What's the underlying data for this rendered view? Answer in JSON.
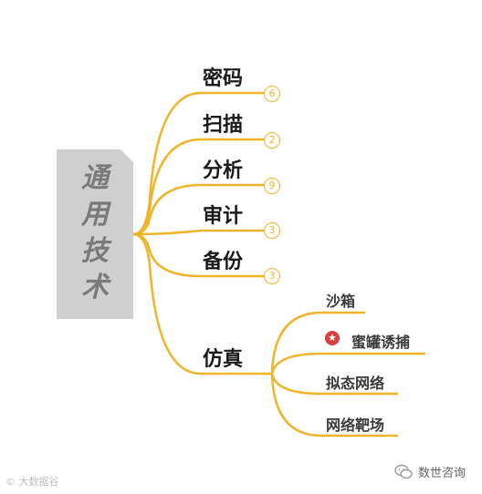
{
  "root": {
    "label": "通\n用\n技\n术"
  },
  "branches": [
    {
      "label": "密码",
      "count": "6"
    },
    {
      "label": "扫描",
      "count": "2"
    },
    {
      "label": "分析",
      "count": "9"
    },
    {
      "label": "审计",
      "count": "3"
    },
    {
      "label": "备份",
      "count": "3"
    },
    {
      "label": "仿真",
      "count": ""
    }
  ],
  "simulation_children": [
    {
      "label": "沙箱"
    },
    {
      "label": "蜜罐诱捕"
    },
    {
      "label": "拟态网络"
    },
    {
      "label": "网络靶场"
    }
  ],
  "star_icon": "★",
  "watermark_left": "© 大数据谷",
  "watermark_right": "数世咨询",
  "colors": {
    "line": "#f0b428",
    "root_bg": "#cfcfcf",
    "star": "#d94141"
  }
}
